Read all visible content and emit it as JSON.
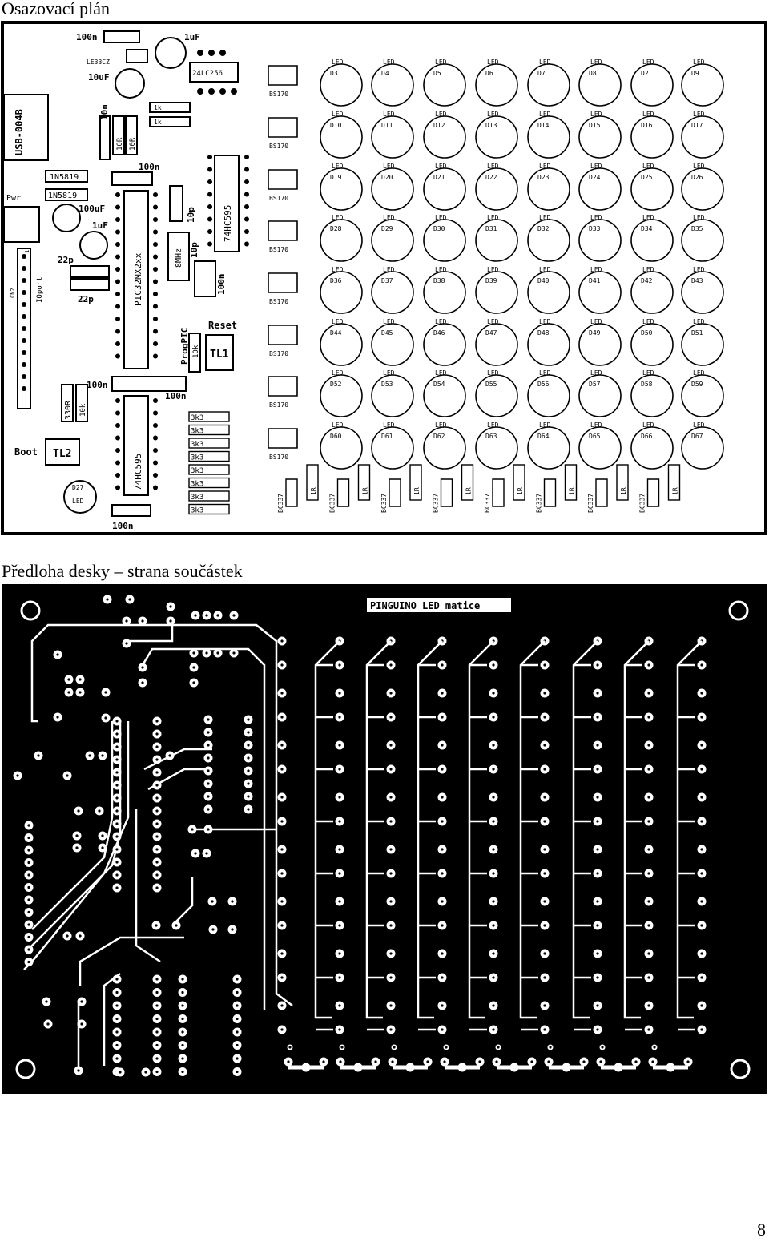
{
  "page": {
    "title1": "Osazovací plán",
    "title2": "Předloha desky – strana součástek",
    "page_number": "8"
  },
  "plan": {
    "labels": {
      "c100n_top": "100n",
      "c1uf_top": "1uF",
      "reg": "LE33CZ",
      "eeprom": "24LC256",
      "c10uf": "10uF",
      "usb": "USB-004B",
      "c10n": "10n",
      "r10r_a": "10R",
      "r10r_b": "10R",
      "r1k_a": "1k",
      "r1k_b": "1k",
      "c100n_mid": "100n",
      "d1": "1N5819",
      "d2": "1N5819",
      "pwr": "Pwr",
      "c100uf": "100uF",
      "c1uf_b": "1uF",
      "c22p_a": "22p",
      "c22p_b": "22p",
      "cn2": "CN2",
      "ioport": "IOport",
      "one": "1",
      "pic": "PIC32MX2xx",
      "c10p_a": "10p",
      "c10p_b": "10p",
      "xtal": "8MHz",
      "c100n_v": "100n",
      "sr1": "74HC595",
      "progpic": "ProgPIC",
      "r10k": "10k",
      "reset": "Reset",
      "tl1": "TL1",
      "c100n_l": "100n",
      "c100n_r": "100n",
      "r330": "330R",
      "r10k_b": "10k",
      "boot": "Boot",
      "tl2": "TL2",
      "sr2": "74HC595",
      "d27": "D27",
      "led": "LED",
      "c100n_bottom": "100n",
      "bs170": "BS170",
      "bc337": "BC337",
      "r1r": "1R"
    },
    "r3k3": [
      "3k3",
      "3k3",
      "3k3",
      "3k3",
      "3k3",
      "3k3",
      "3k3",
      "3k3"
    ],
    "led_rows": [
      [
        "D3",
        "D4",
        "D5",
        "D6",
        "D7",
        "D8",
        "D2",
        "D9"
      ],
      [
        "D10",
        "D11",
        "D12",
        "D13",
        "D14",
        "D15",
        "D16",
        "D17"
      ],
      [
        "D19",
        "D20",
        "D21",
        "D22",
        "D23",
        "D24",
        "D25",
        "D26"
      ],
      [
        "D28",
        "D29",
        "D30",
        "D31",
        "D32",
        "D33",
        "D34",
        "D35"
      ],
      [
        "D36",
        "D37",
        "D38",
        "D39",
        "D40",
        "D41",
        "D42",
        "D43"
      ],
      [
        "D44",
        "D45",
        "D46",
        "D47",
        "D48",
        "D49",
        "D50",
        "D51"
      ],
      [
        "D52",
        "D53",
        "D54",
        "D55",
        "D56",
        "D57",
        "D58",
        "D59"
      ],
      [
        "D60",
        "D61",
        "D62",
        "D63",
        "D64",
        "D65",
        "D66",
        "D67"
      ]
    ]
  },
  "pcb": {
    "title": "PINGUINO LED matice"
  }
}
